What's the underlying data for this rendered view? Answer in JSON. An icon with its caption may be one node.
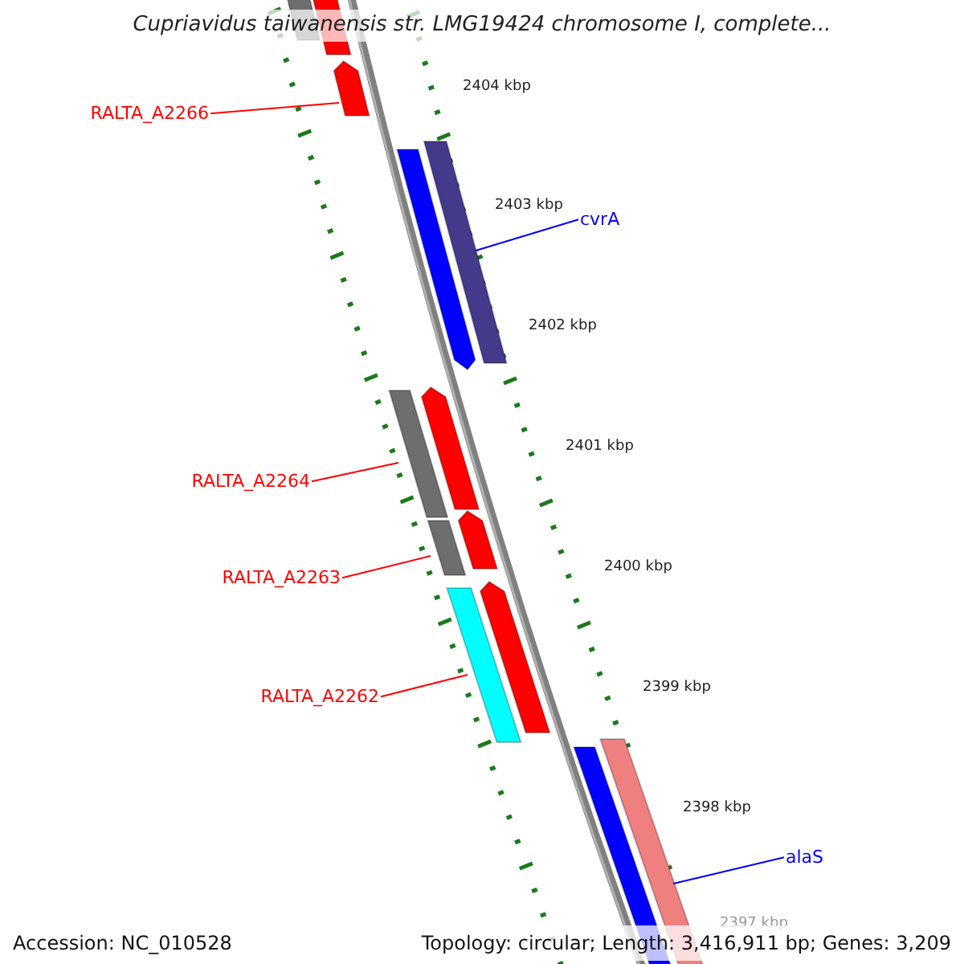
{
  "diagram": {
    "title": "Cupriavidus taiwanensis str. LMG19424 chromosome I, complete...",
    "nodes": [
      {
        "text": [],
        "shape": "bar"
      },
      {
        "text": [],
        "shape": "bar"
      },
      {
        "text": [
          "RALTA_A2266"
        ]
      },
      {
        "text": [],
        "shape": "bar"
      },
      {
        "text": [
          "cvrA"
        ]
      },
      {
        "text": [],
        "shape": "bar"
      },
      {
        "text": [],
        "shape": "bar"
      },
      {
        "text": [
          "RALTA_A2264"
        ]
      },
      {
        "text": [],
        "shape": "bar"
      },
      {
        "text": [],
        "shape": "bar"
      },
      {
        "text": [
          "RALTA_A2263"
        ]
      },
      {
        "text": [],
        "shape": "bar"
      },
      {
        "text": [],
        "shape": "bar"
      },
      {
        "text": [
          "RALTA_A2262"
        ]
      },
      {
        "text": [],
        "shape": "bar"
      },
      {
        "text": [],
        "shape": "bar"
      },
      {
        "text": [
          "alaS"
        ]
      },
      {
        "text": [],
        "shape": "bar"
      },
      {
        "text": [],
        "shape": "bar"
      }
    ],
    "edges": [
      {
        "from": 2,
        "to": 3,
        "arrow": "none"
      },
      {
        "from": 4,
        "to": 6,
        "arrow": "none",
        "color": "#0000ff"
      },
      {
        "from": 7,
        "to": 8,
        "arrow": "none"
      },
      {
        "from": 10,
        "to": 11,
        "arrow": "none"
      },
      {
        "from": 13,
        "to": 14,
        "arrow": "none"
      },
      {
        "from": 16,
        "to": 18,
        "arrow": "none",
        "color": "#0000ff"
      }
    ],
    "labels": [
      "2404 kbp",
      "2403 kbp",
      "2402 kbp",
      "2401 kbp",
      "2400 kbp",
      "2399 kbp",
      "2398 kbp",
      "2397 kbp",
      "Accession: NC_010528",
      "Topology: circular; Length: 3,416,911 bp; Genes: 3,209"
    ]
  }
}
